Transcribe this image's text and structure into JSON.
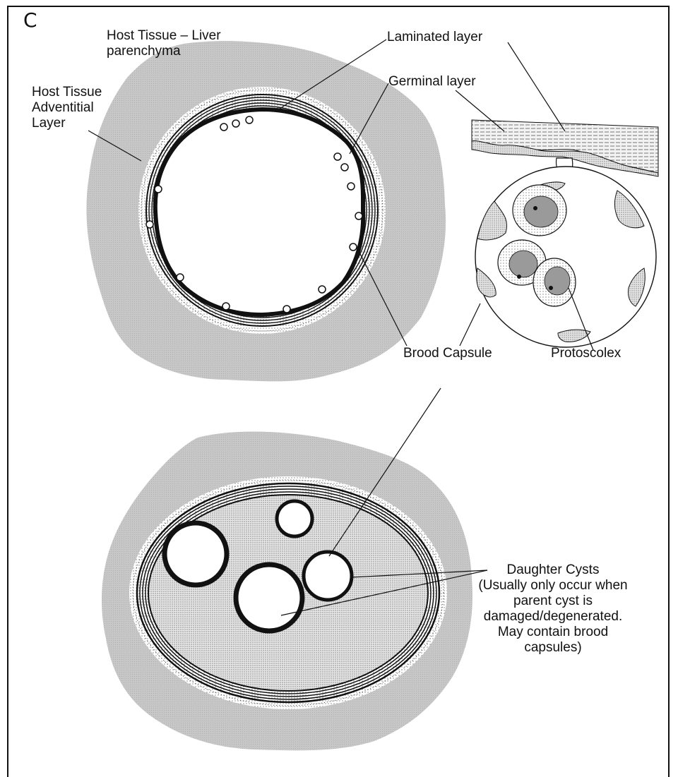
{
  "panel": {
    "letter": "C"
  },
  "labels": {
    "host_tissue_liver": [
      "Host Tissue – Liver",
      "parenchyma"
    ],
    "host_tissue_adventitial": [
      "Host Tissue",
      "Adventitial",
      "Layer"
    ],
    "laminated_layer": "Laminated layer",
    "germinal_layer": "Germinal layer",
    "brood_capsule": "Brood Capsule",
    "protoscolex": "Protoscolex",
    "daughter_cysts": [
      "Daughter Cysts",
      "(Usually only occur when",
      "parent cyst is",
      "damaged/degenerated.",
      "May contain brood",
      "capsules)"
    ]
  },
  "colors": {
    "host_tissue": "#c9c9c9",
    "cyst_fluid": "#d9d9d9",
    "outline": "#111111"
  }
}
